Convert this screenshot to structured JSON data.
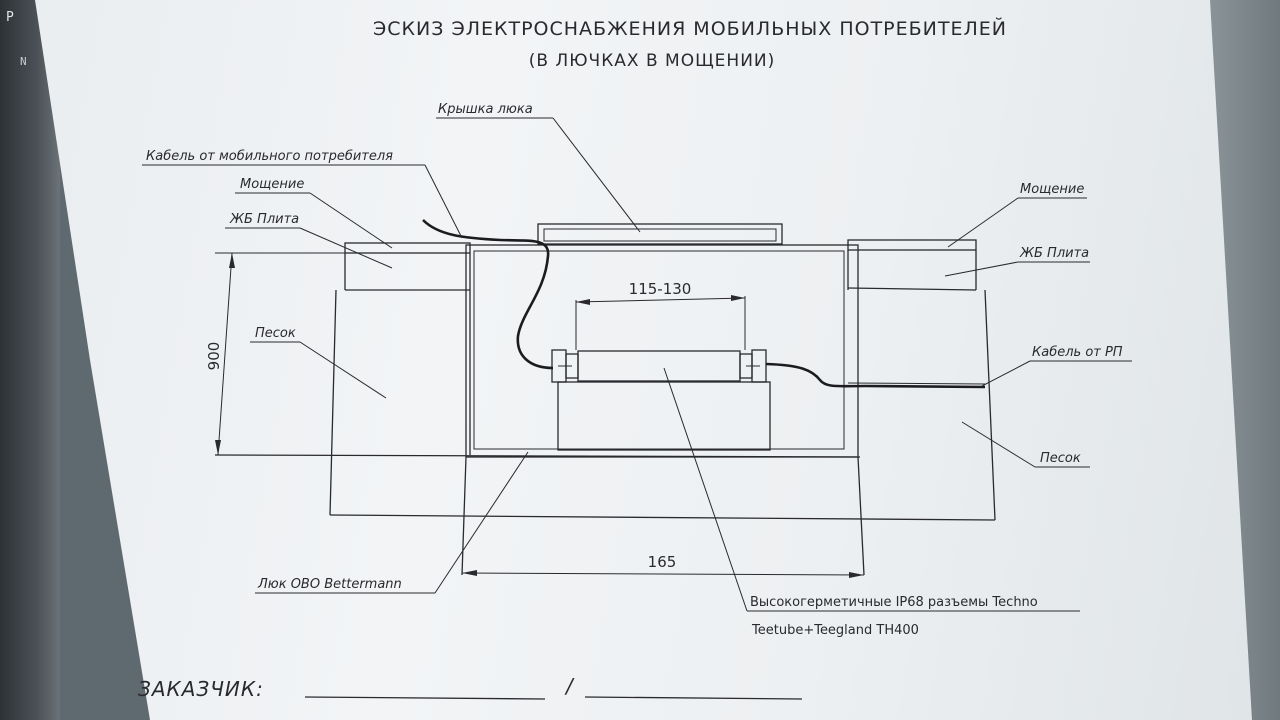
{
  "title": "ЭСКИЗ ЭЛЕКТРОСНАБЖЕНИЯ МОБИЛЬНЫХ ПОТРЕБИТЕЛЕЙ",
  "subtitle": "(В ЛЮЧКАХ В МОЩЕНИИ)",
  "background_keys": {
    "left_top": "P",
    "left_mid": "N"
  },
  "labels": {
    "hatch_cover": "Крышка люка",
    "cable_mobile": "Кабель от мобильного потребителя",
    "paving_left": "Мощение",
    "slab_left": "ЖБ Плита",
    "sand_left": "Песок",
    "paving_right": "Мощение",
    "slab_right": "ЖБ Плита",
    "cable_rp": "Кабель от РП",
    "sand_right": "Песок",
    "hatch": "Люк OBO Bettermann",
    "connectors_line1": "Высокогерметичные IP68 разъемы Techno",
    "connectors_line2": "Teetube+Teegland TH400"
  },
  "dimensions": {
    "depth": "900",
    "connector_span": "115-130",
    "hatch_width": "165"
  },
  "footer": {
    "customer_label": "ЗАКАЗЧИК:",
    "separator": "/"
  },
  "colors": {
    "ink": "#2a2a2e",
    "paper": "#eef1f3"
  }
}
